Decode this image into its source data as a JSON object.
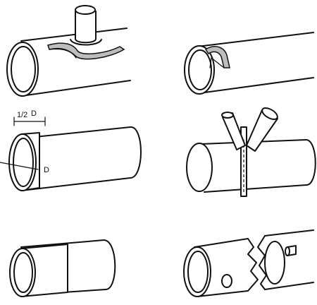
{
  "labels": {
    "half": "1/2",
    "d_top": "D",
    "d_side": "D"
  }
}
